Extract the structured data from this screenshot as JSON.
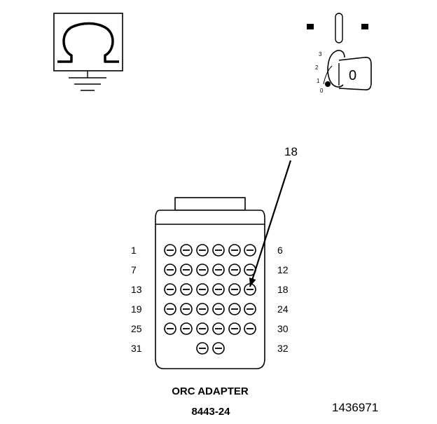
{
  "ohmmeter_symbol": {
    "glyph": "Ω"
  },
  "ignition_key": {
    "positions": [
      "3",
      "2",
      "1",
      "0"
    ],
    "key_label": "0"
  },
  "connector": {
    "rows": [
      {
        "left": "1",
        "right": "6",
        "pins": 6
      },
      {
        "left": "7",
        "right": "12",
        "pins": 6
      },
      {
        "left": "13",
        "right": "18",
        "pins": 6
      },
      {
        "left": "19",
        "right": "24",
        "pins": 6
      },
      {
        "left": "25",
        "right": "30",
        "pins": 6
      },
      {
        "left": "31",
        "right": "32",
        "pins": 2
      }
    ],
    "callout": {
      "label": "18",
      "pin_row": 2,
      "pin_col": 5
    }
  },
  "caption": {
    "line1": "ORC ADAPTER",
    "line2": "8443-24"
  },
  "figure_id": "1436971",
  "colors": {
    "ink": "#000000",
    "background": "#ffffff"
  }
}
